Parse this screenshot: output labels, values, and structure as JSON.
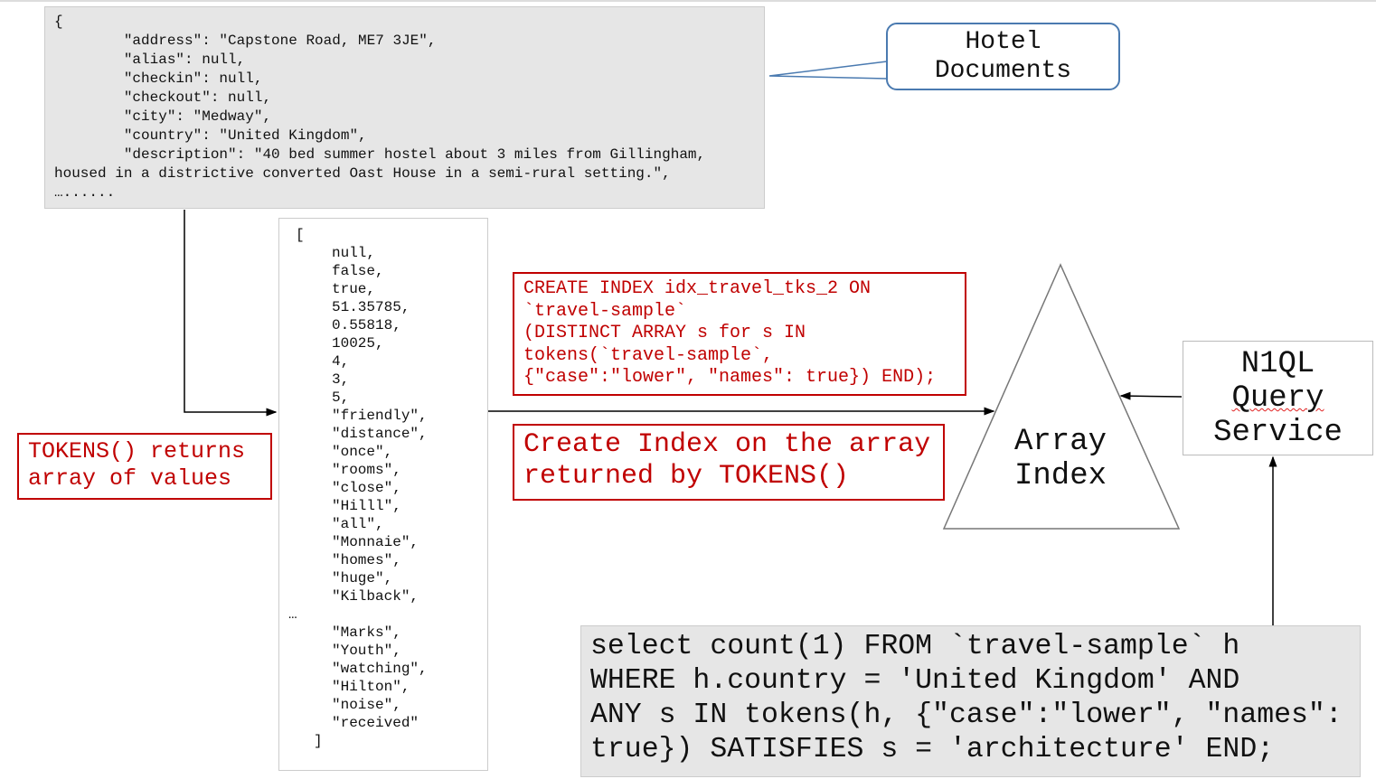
{
  "hotel_document": {
    "lines": [
      "{",
      "        \"address\": \"Capstone Road, ME7 3JE\",",
      "        \"alias\": null,",
      "        \"checkin\": null,",
      "        \"checkout\": null,",
      "        \"city\": \"Medway\",",
      "        \"country\": \"United Kingdom\",",
      "        \"description\": \"40 bed summer hostel about 3 miles from Gillingham,",
      "housed in a districtive converted Oast House in a semi-rural setting.\",",
      "…......"
    ]
  },
  "tokens_array": {
    "open": "[",
    "items": [
      "null,",
      "false,",
      "true,",
      "51.35785,",
      "0.55818,",
      "10025,",
      "4,",
      "3,",
      "5,",
      "\"friendly\",",
      "\"distance\",",
      "\"once\",",
      "\"rooms\",",
      "\"close\",",
      "\"Hilll\",",
      "\"all\",",
      "\"Monnaie\",",
      "\"homes\",",
      "\"huge\",",
      "\"Kilback\","
    ],
    "ellipsis": "…",
    "items_tail": [
      "\"Marks\",",
      "\"Youth\",",
      "\"watching\",",
      "\"Hilton\",",
      "\"noise\",",
      "\"received\""
    ],
    "close": "]"
  },
  "labels": {
    "hotel_documents": [
      "Hotel",
      "Documents"
    ],
    "tokens_returns": [
      "TOKENS() returns",
      "array of values"
    ],
    "create_index_caption": [
      "Create Index on the array",
      "returned by TOKENS()"
    ],
    "array_index": [
      "Array",
      "Index"
    ],
    "n1ql": [
      "N1QL",
      "Query",
      "Service"
    ]
  },
  "create_index_sql": [
    "CREATE INDEX idx_travel_tks_2 ON",
    "`travel-sample`",
    "(DISTINCT ARRAY s for s IN",
    "tokens(`travel-sample`,",
    "{\"case\":\"lower\", \"names\": true}) END);"
  ],
  "query": [
    "select count(1) FROM `travel-sample` h",
    "WHERE h.country = 'United Kingdom' AND",
    "ANY s IN tokens(h, {\"case\":\"lower\", \"names\":",
    "true}) SATISFIES s = 'architecture' END;"
  ],
  "colors": {
    "red": "#c00000",
    "blue": "#4a7ab0",
    "gray": "#e6e6e6"
  }
}
